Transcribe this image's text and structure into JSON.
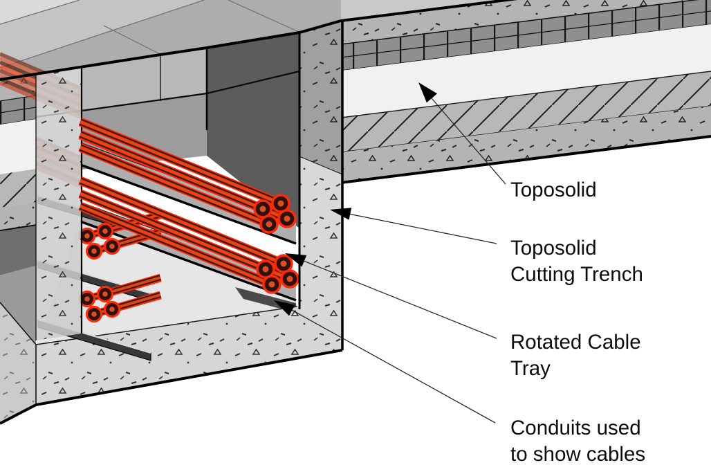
{
  "view": {
    "type": "3d-annotated-section",
    "description": "Revit 3D detail view of a toposolid slab with a cutting trench containing rotated cable trays and red conduits",
    "background": "#ffffff"
  },
  "annotations": [
    {
      "id": "toposolid",
      "lines": [
        "Toposolid"
      ]
    },
    {
      "id": "toposolid-cutting-trench",
      "lines": [
        "Toposolid",
        "Cutting Trench"
      ]
    },
    {
      "id": "rotated-cable-tray",
      "lines": [
        "Rotated Cable",
        "Tray"
      ]
    },
    {
      "id": "conduits",
      "lines": [
        "Conduits used",
        "to show cables"
      ]
    }
  ],
  "colors": {
    "conduit_red": "#ff2808",
    "conduit_core_dark": "#471404",
    "conduit_highlight": "#cf4a1c",
    "concrete_light": "#d6d6d6",
    "concrete_medium": "#aeaeae",
    "grid_course": "#8f8f8f",
    "white_layer": "#f1f1f1",
    "hatch_layer": "#b8b8b8",
    "shadow_dark": "#5c5c5c",
    "line_black": "#0c0c0c"
  }
}
